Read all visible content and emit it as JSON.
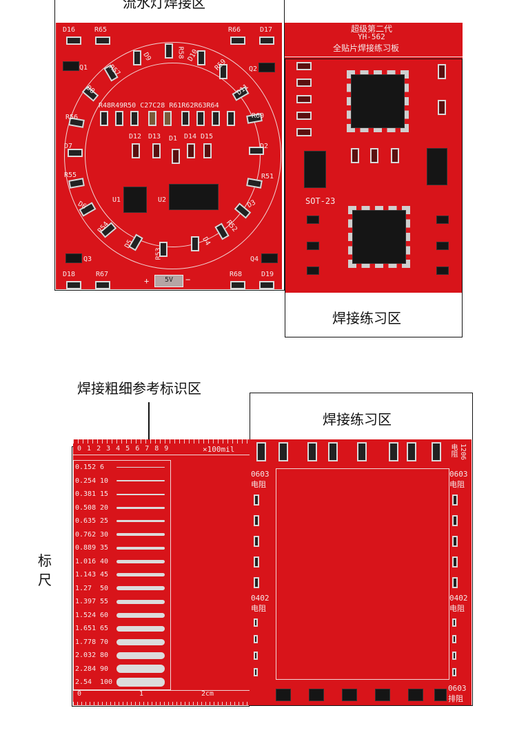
{
  "top": {
    "caption_top_left": "流水灯焊接区",
    "board_title_line1": "超级第二代",
    "board_title_line2": "YH-562",
    "board_title_line3": "全贴片焊接练习板",
    "caption_practice": "焊接练习区",
    "silk_labels": [
      "D16",
      "R65",
      "R66",
      "D17",
      "Q1",
      "Q2",
      "R57",
      "D9",
      "R58",
      "D10",
      "R59",
      "D8",
      "D11",
      "R56",
      "R60",
      "D7",
      "D2",
      "R55",
      "R51",
      "D6",
      "D3",
      "R54",
      "R52",
      "D5",
      "D4",
      "R53",
      "Q3",
      "Q4",
      "D18",
      "R67",
      "R68",
      "D19",
      "U1",
      "U2",
      "D12",
      "D13",
      "D1",
      "D14",
      "D15",
      "SOT-23",
      "5V"
    ],
    "component_row": "R48R49R50 C27C28 R61R62R63R64",
    "power_plus": "+",
    "power_minus": "−"
  },
  "bottom": {
    "caption_reference": "焊接粗细参考标识区",
    "caption_practice": "焊接练习区",
    "caption_ruler_line1": "标",
    "caption_ruler_line2": "尺",
    "ruler_top_label": "×100mil",
    "ruler_top_numbers": [
      "0",
      "1",
      "2",
      "3",
      "4",
      "5",
      "6",
      "7",
      "8",
      "9"
    ],
    "ruler_bottom_numbers": [
      "0",
      "1",
      "2cm"
    ],
    "trace_rows": [
      {
        "mm": "0.152",
        "mil": "6"
      },
      {
        "mm": "0.254",
        "mil": "10"
      },
      {
        "mm": "0.381",
        "mil": "15"
      },
      {
        "mm": "0.508",
        "mil": "20"
      },
      {
        "mm": "0.635",
        "mil": "25"
      },
      {
        "mm": "0.762",
        "mil": "30"
      },
      {
        "mm": "0.889",
        "mil": "35"
      },
      {
        "mm": "1.016",
        "mil": "40"
      },
      {
        "mm": "1.143",
        "mil": "45"
      },
      {
        "mm": "1.27",
        "mil": "50"
      },
      {
        "mm": "1.397",
        "mil": "55"
      },
      {
        "mm": "1.524",
        "mil": "60"
      },
      {
        "mm": "1.651",
        "mil": "65"
      },
      {
        "mm": "1.778",
        "mil": "70"
      },
      {
        "mm": "2.032",
        "mil": "80"
      },
      {
        "mm": "2.284",
        "mil": "90"
      },
      {
        "mm": "2.54",
        "mil": "100"
      }
    ],
    "label_1206": "1206",
    "label_0603_left": "0603",
    "label_0603_right": "0603",
    "label_0402_left": "0402",
    "label_0402_right": "0402",
    "label_0603_bottom": "0603",
    "label_resistor": "电阻",
    "label_array": "排阻"
  }
}
